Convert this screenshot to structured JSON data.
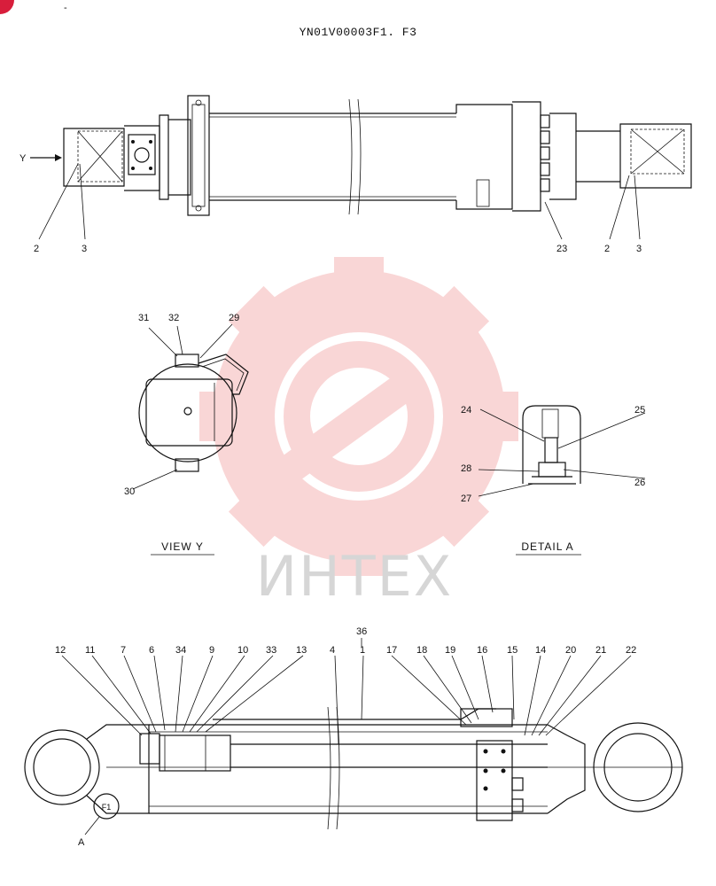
{
  "header": {
    "drawing_code": "YN01V00003F1. F3"
  },
  "watermark": {
    "text": "ИНТЕХ",
    "color": "#f5b5b5"
  },
  "views": {
    "view_y": {
      "caption": "VIEW   Y"
    },
    "detail_a": {
      "caption": "DETAIL   A"
    }
  },
  "top_view": {
    "arrow_label": "Y",
    "callouts": {
      "c2a": "2",
      "c3a": "3",
      "c23": "23",
      "c2b": "2",
      "c3b": "3"
    }
  },
  "view_y_callouts": {
    "c31": "31",
    "c32": "32",
    "c29": "29",
    "c30": "30"
  },
  "detail_a_callouts": {
    "c24": "24",
    "c25": "25",
    "c28": "28",
    "c26": "26",
    "c27": "27"
  },
  "section_view": {
    "callouts": {
      "c36": "36",
      "c12": "12",
      "c11": "11",
      "c7": "7",
      "c6": "6",
      "c34": "34",
      "c9": "9",
      "c10": "10",
      "c33": "33",
      "c13": "13",
      "c4": "4",
      "c1": "1",
      "c17": "17",
      "c18": "18",
      "c19": "19",
      "c16": "16",
      "c15": "15",
      "c14": "14",
      "c20": "20",
      "c21": "21",
      "c22": "22"
    },
    "detail_marker": "A",
    "circle_label": "F1"
  }
}
